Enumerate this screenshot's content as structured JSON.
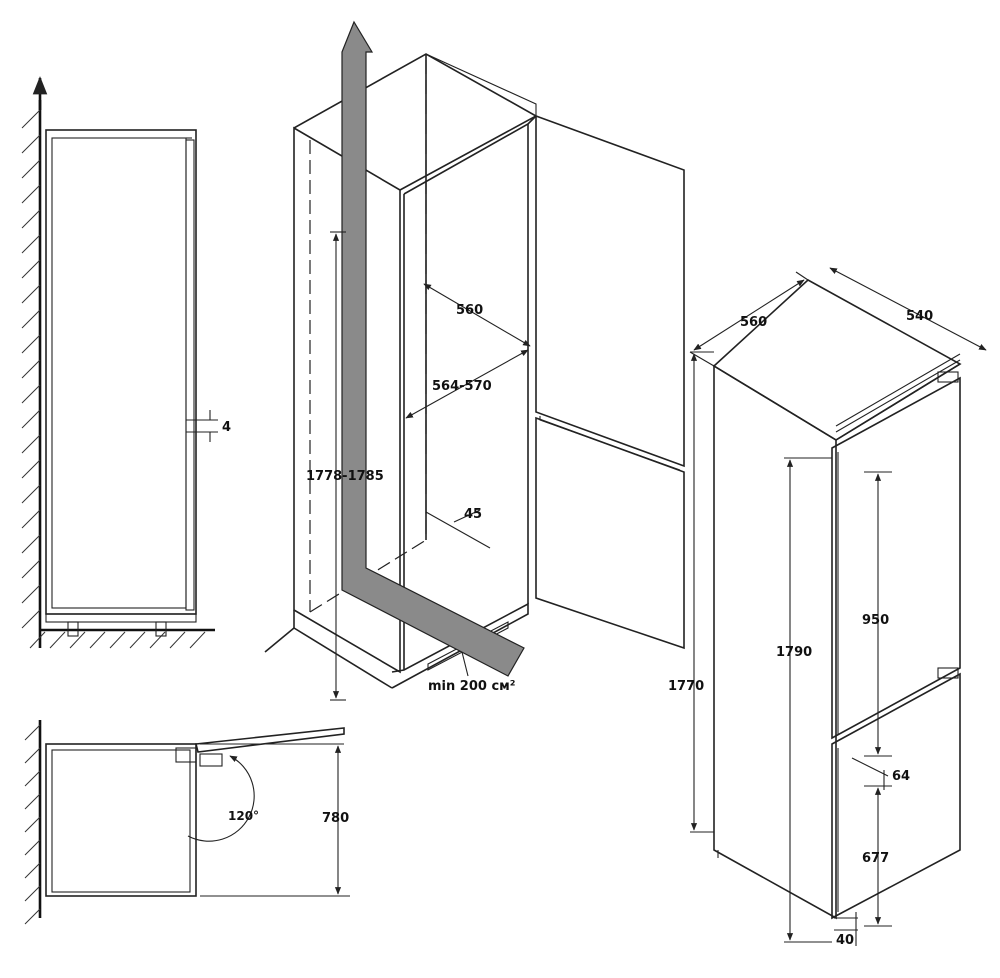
{
  "diagram": {
    "labels": {
      "gap_side": "4",
      "niche_width": "560",
      "niche_depth": "564-570",
      "niche_height": "1778-1785",
      "top_offset": "45",
      "ventilation": "min 200 см²",
      "door_angle": "120°",
      "door_clearance": "780",
      "width": "560",
      "depth": "540",
      "total_height": "1790",
      "body_height": "1770",
      "upper_door": "950",
      "lower_door": "677",
      "door_gap": "64",
      "base": "40"
    },
    "colors": {
      "line": "#222222",
      "airflow": "#8a8a8a"
    }
  }
}
